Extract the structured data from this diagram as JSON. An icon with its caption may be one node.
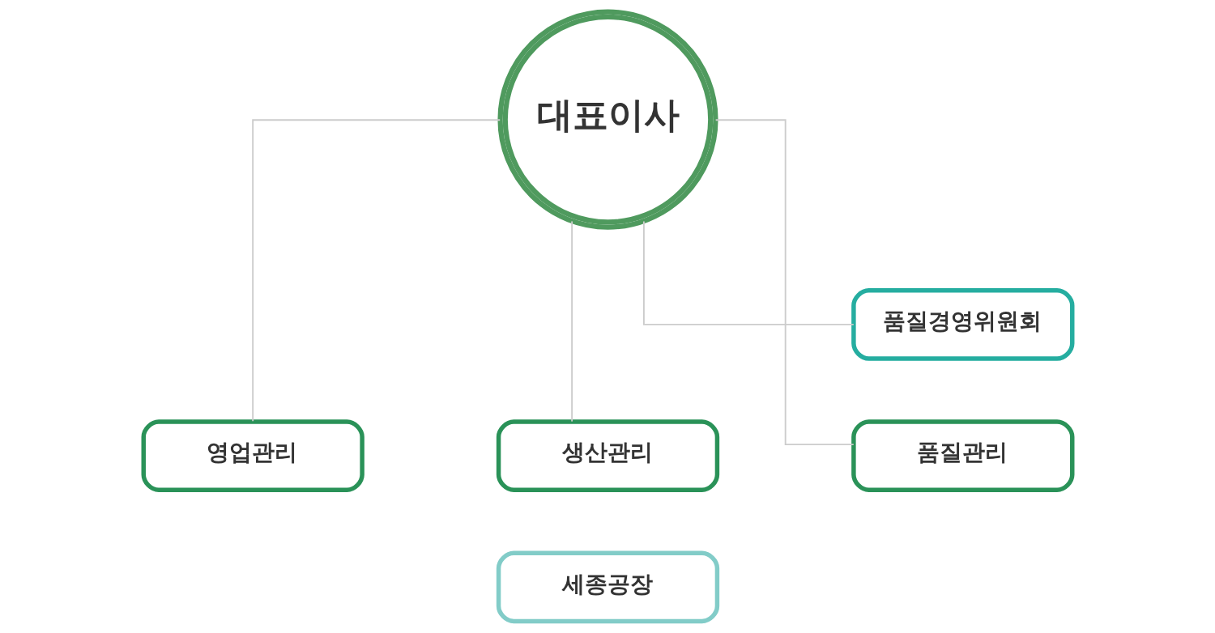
{
  "diagram": {
    "nodes": [
      {
        "text": [
          "대표이사"
        ]
      },
      {
        "text": [
          "품질경영위원회"
        ]
      },
      {
        "text": [
          "영업관리"
        ]
      },
      {
        "text": [
          "생산관리"
        ]
      },
      {
        "text": [
          "품질관리"
        ]
      },
      {
        "text": [
          "세종공장"
        ]
      }
    ],
    "edges": [
      {
        "from": 0,
        "to": 1,
        "arrow": "none"
      },
      {
        "from": 0,
        "to": 2,
        "arrow": "none"
      },
      {
        "from": 0,
        "to": 3,
        "arrow": "none"
      },
      {
        "from": 0,
        "to": 4,
        "arrow": "none"
      }
    ]
  }
}
